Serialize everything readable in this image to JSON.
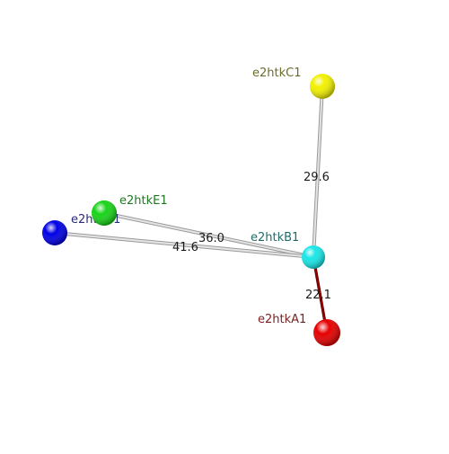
{
  "nodes": [
    {
      "id": "C1",
      "label": "e2htkC1",
      "color": "#f2f000",
      "label_color": "#6b6b2a"
    },
    {
      "id": "E1",
      "label": "e2htkE1",
      "color": "#19d419",
      "label_color": "#1f7a1f"
    },
    {
      "id": "D1",
      "label": "e2htkD1",
      "color": "#0000e6",
      "label_color": "#2a2a7a"
    },
    {
      "id": "B1",
      "label": "e2htkB1",
      "color": "#19e6e6",
      "label_color": "#1f6b6b"
    },
    {
      "id": "A1",
      "label": "e2htkA1",
      "color": "#e60000",
      "label_color": "#7a1f1f"
    }
  ],
  "edges": [
    {
      "from": "C1",
      "to": "B1",
      "value": "29.6",
      "color": "#bdbdbd"
    },
    {
      "from": "E1",
      "to": "B1",
      "value": "36.0",
      "color": "#bdbdbd"
    },
    {
      "from": "D1",
      "to": "B1",
      "value": "41.6",
      "color": "#bdbdbd"
    },
    {
      "from": "B1",
      "to": "A1",
      "value": "22.1",
      "color": "#990000"
    }
  ]
}
